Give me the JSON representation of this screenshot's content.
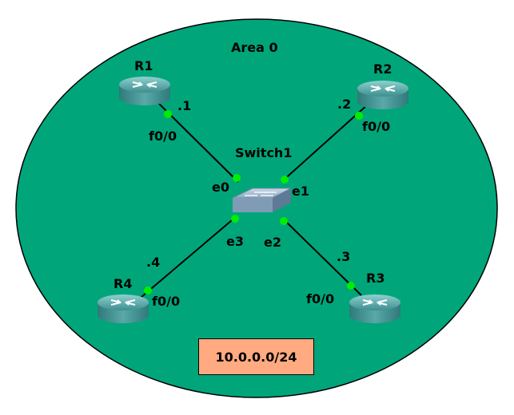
{
  "area": {
    "label": "Area 0",
    "fill": "#00a67a"
  },
  "switch": {
    "label": "Switch1",
    "ports": {
      "e0": "e0",
      "e1": "e1",
      "e2": "e2",
      "e3": "e3"
    }
  },
  "routers": {
    "r1": {
      "label": "R1",
      "interface": "f0/0",
      "host_id": ".1"
    },
    "r2": {
      "label": "R2",
      "interface": "f0/0",
      "host_id": ".2"
    },
    "r3": {
      "label": "R3",
      "interface": "f0/0",
      "host_id": ".3"
    },
    "r4": {
      "label": "R4",
      "interface": "f0/0",
      "host_id": ".4"
    }
  },
  "subnet": {
    "label": "10.0.0.0/24",
    "fill": "#ffaa80"
  },
  "colors": {
    "link": "#000000",
    "port_dot": "#00ee00",
    "router_body": "#4a9a9a",
    "switch_body": "#8aa6c0"
  }
}
